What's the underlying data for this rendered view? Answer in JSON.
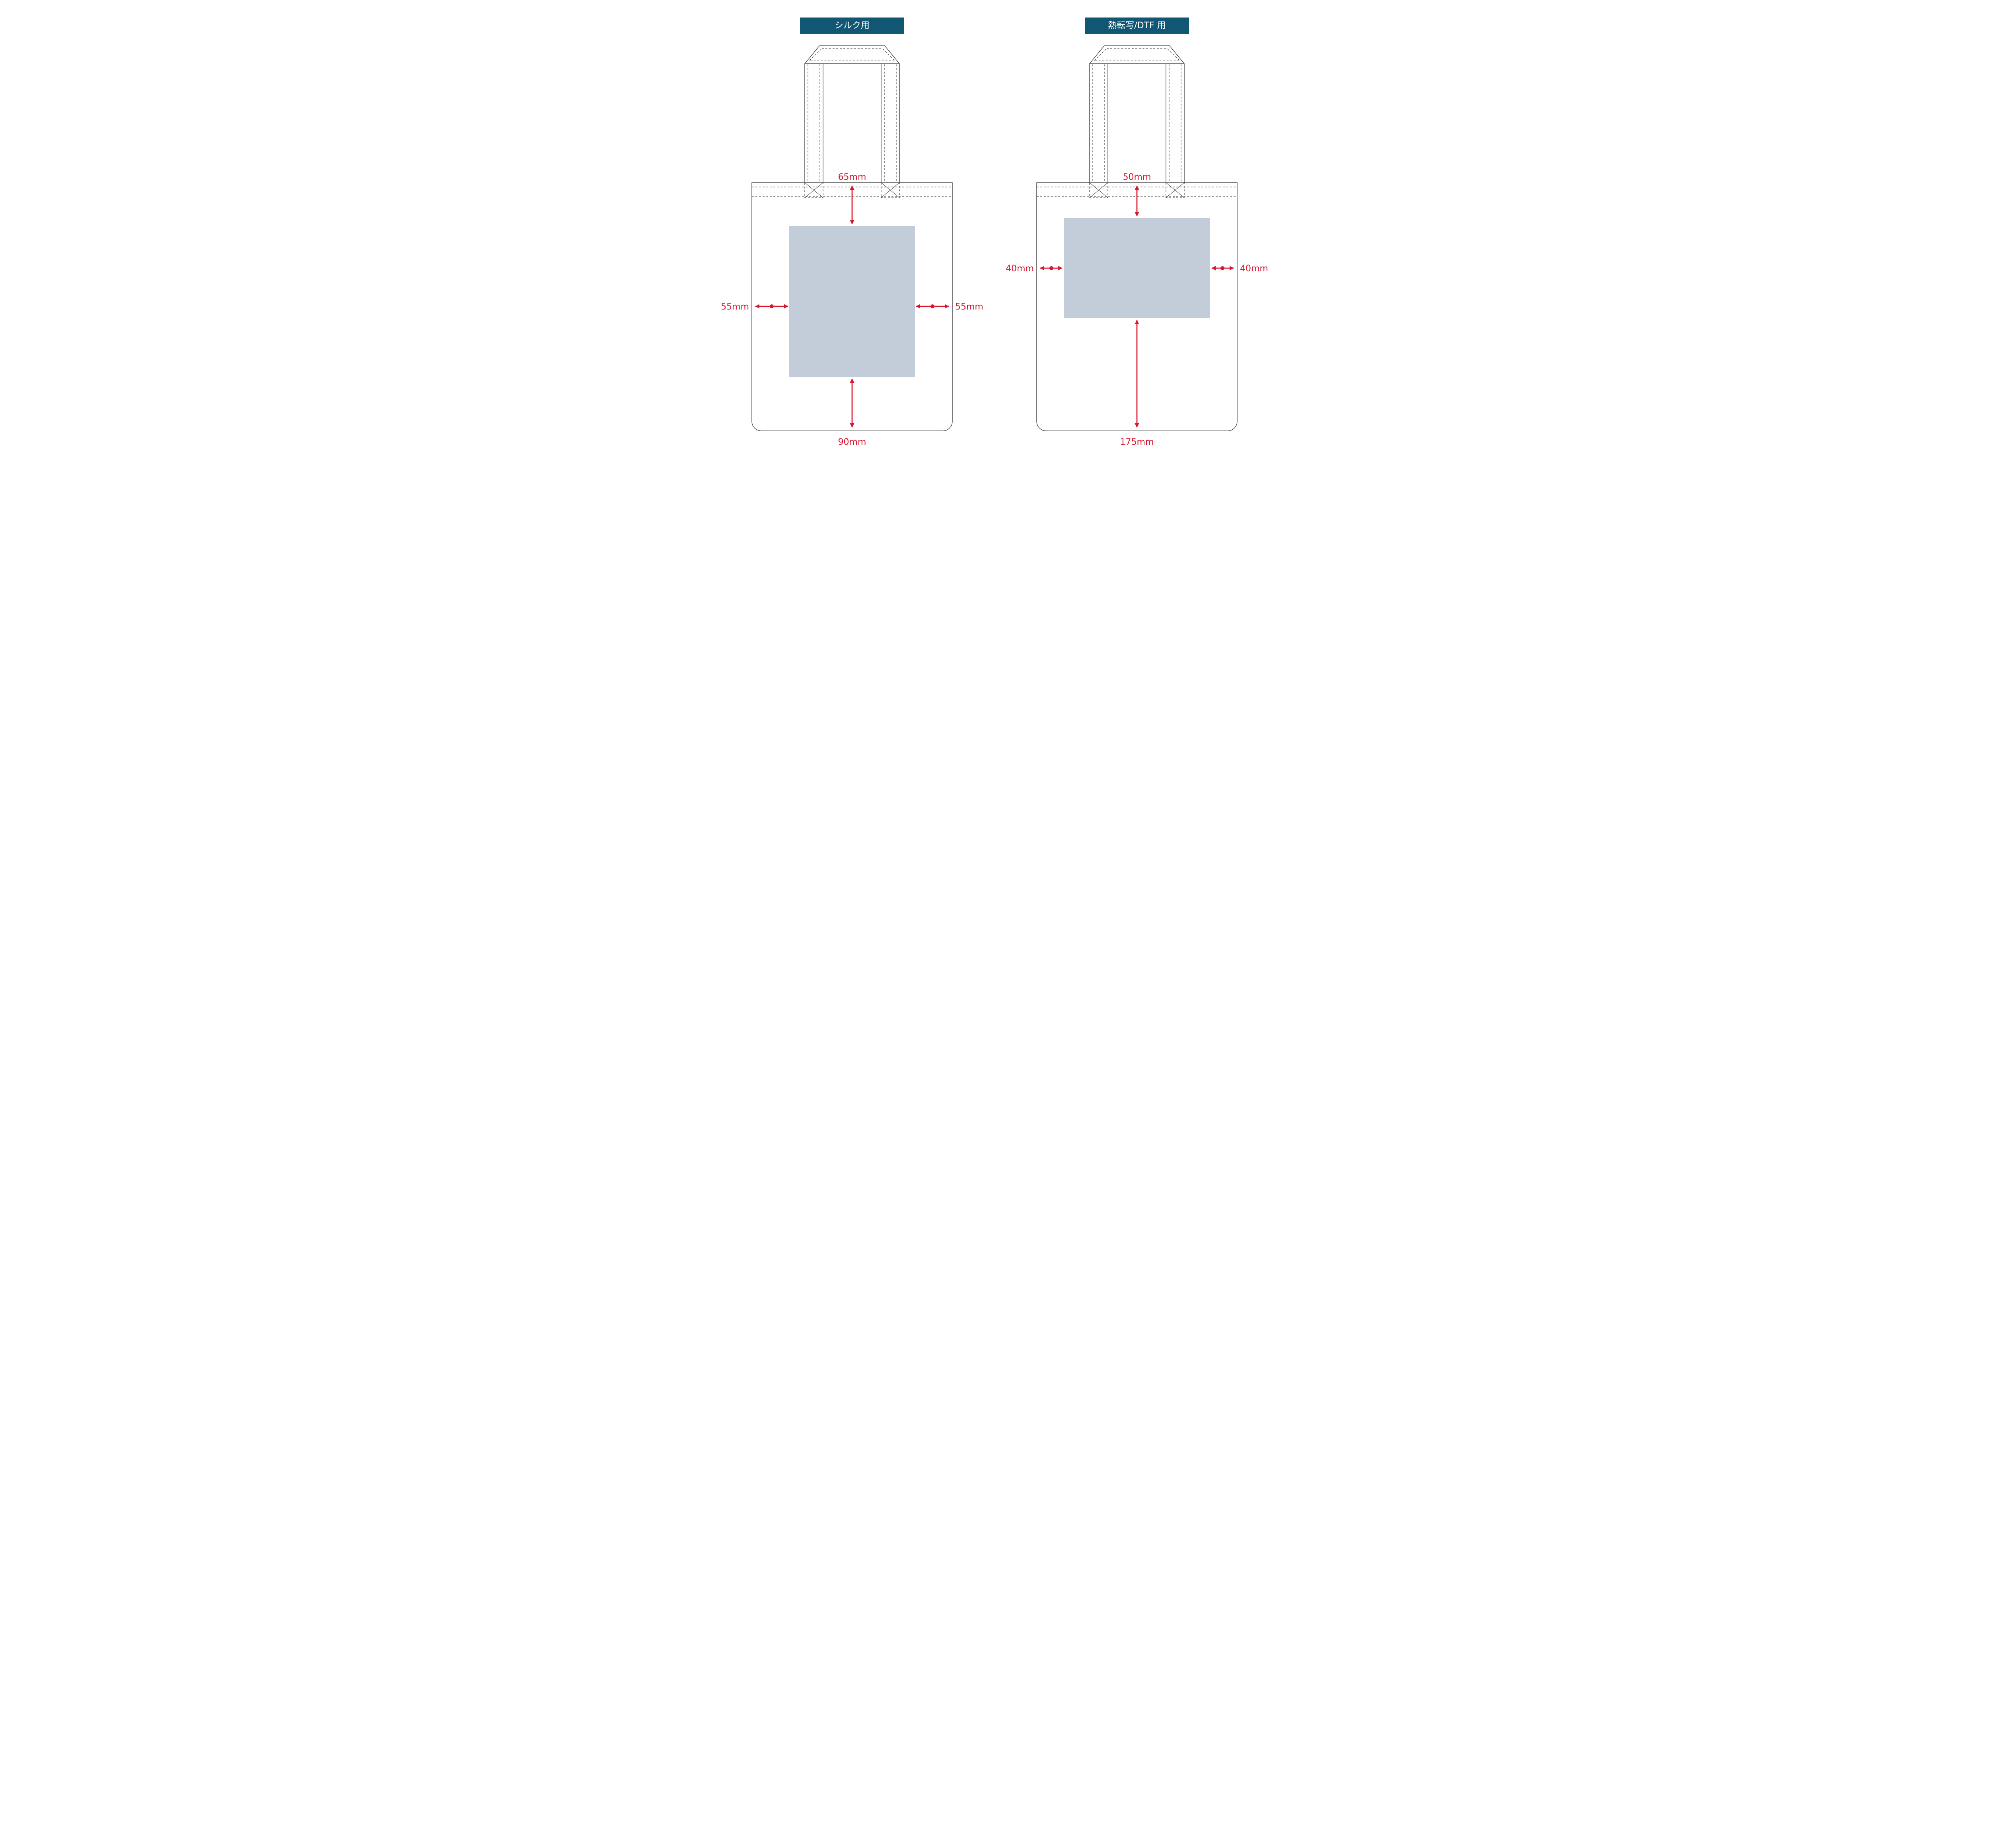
{
  "page": {
    "background": "#ffffff",
    "description_type": "tote-bag print area size guide"
  },
  "colors": {
    "title_bg": "#115672",
    "title_text": "#ffffff",
    "dimension_red": "#d7182e",
    "print_area_fill": "#c3ccd9",
    "bag_outline": "#333333"
  },
  "diagrams": [
    {
      "id": "silk",
      "title": "シルク用",
      "dimensions": {
        "top": "65mm",
        "left": "55mm",
        "right": "55mm",
        "bottom": "90mm"
      }
    },
    {
      "id": "dtf",
      "title": "熱転写/DTF 用",
      "dimensions": {
        "top": "50mm",
        "left": "40mm",
        "right": "40mm",
        "bottom": "175mm"
      }
    }
  ]
}
